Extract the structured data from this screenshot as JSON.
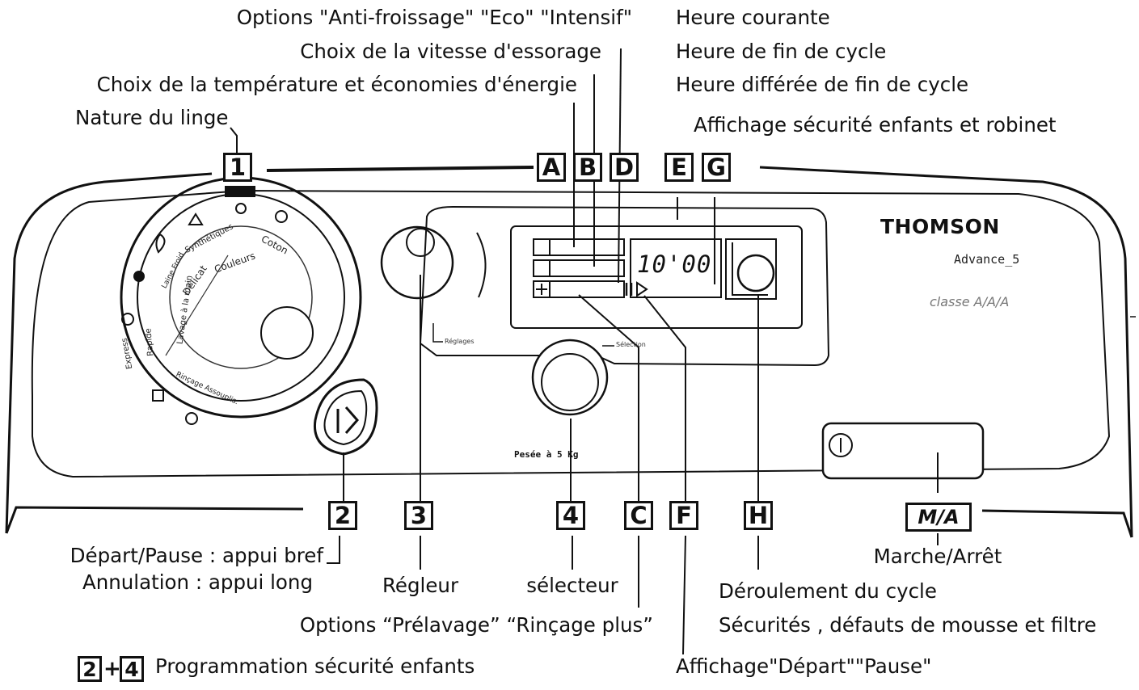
{
  "callouts": {
    "options_top": "Options \"Anti-froissage\" \"Eco\" \"Intensif\"",
    "spin_speed": "Choix de la vitesse d'essorage",
    "temperature": "Choix de la température et économies d'énergie",
    "laundry_type": "Nature du linge",
    "current_time": "Heure courante",
    "end_time": "Heure de fin de cycle",
    "delayed_time": "Heure différée de fin de cycle",
    "child_lock_display": "Affichage sécurité enfants et robinet",
    "start_pause_short": "Départ/Pause : appui bref",
    "cancel_long": "Annulation : appui long",
    "regulator": "Régleur",
    "selector": "sélecteur",
    "options_bottom": "Options “Prélavage” “Rinçage plus”",
    "child_lock_prog": "Programmation sécurité enfants",
    "display_start_pause": "Affichage\"Départ\"\"Pause\"",
    "on_off": "Marche/Arrêt",
    "cycle_progress": "Déroulement du cycle",
    "safeties": "Sécurités , défauts de mousse et filtre"
  },
  "boxes": {
    "b1": "1",
    "bA": "A",
    "bB": "B",
    "bD": "D",
    "bE": "E",
    "bG": "G",
    "b2": "2",
    "b3": "3",
    "b4": "4",
    "bC": "C",
    "bF": "F",
    "bH": "H",
    "bMA": "M/A",
    "b2s": "2",
    "b4s": "4",
    "plus": "+"
  },
  "panel": {
    "brand": "THOMSON",
    "model": "Advance_5",
    "classe": "classe A/A/A",
    "clock": "10'00",
    "reglages": "Réglages",
    "selection": "Sélection",
    "weigh": "Pesée à 5 Kg"
  },
  "dial_labels": {
    "coton": "Coton",
    "couleurs": "Couleurs",
    "synthetiques": "Synthétiques",
    "delicat": "Délicat",
    "laine": "Laine Froid",
    "lavage_main": "Lavage à la main",
    "rapide": "Rapide",
    "express": "Express",
    "rincage": "Rinçage Assouplis."
  }
}
